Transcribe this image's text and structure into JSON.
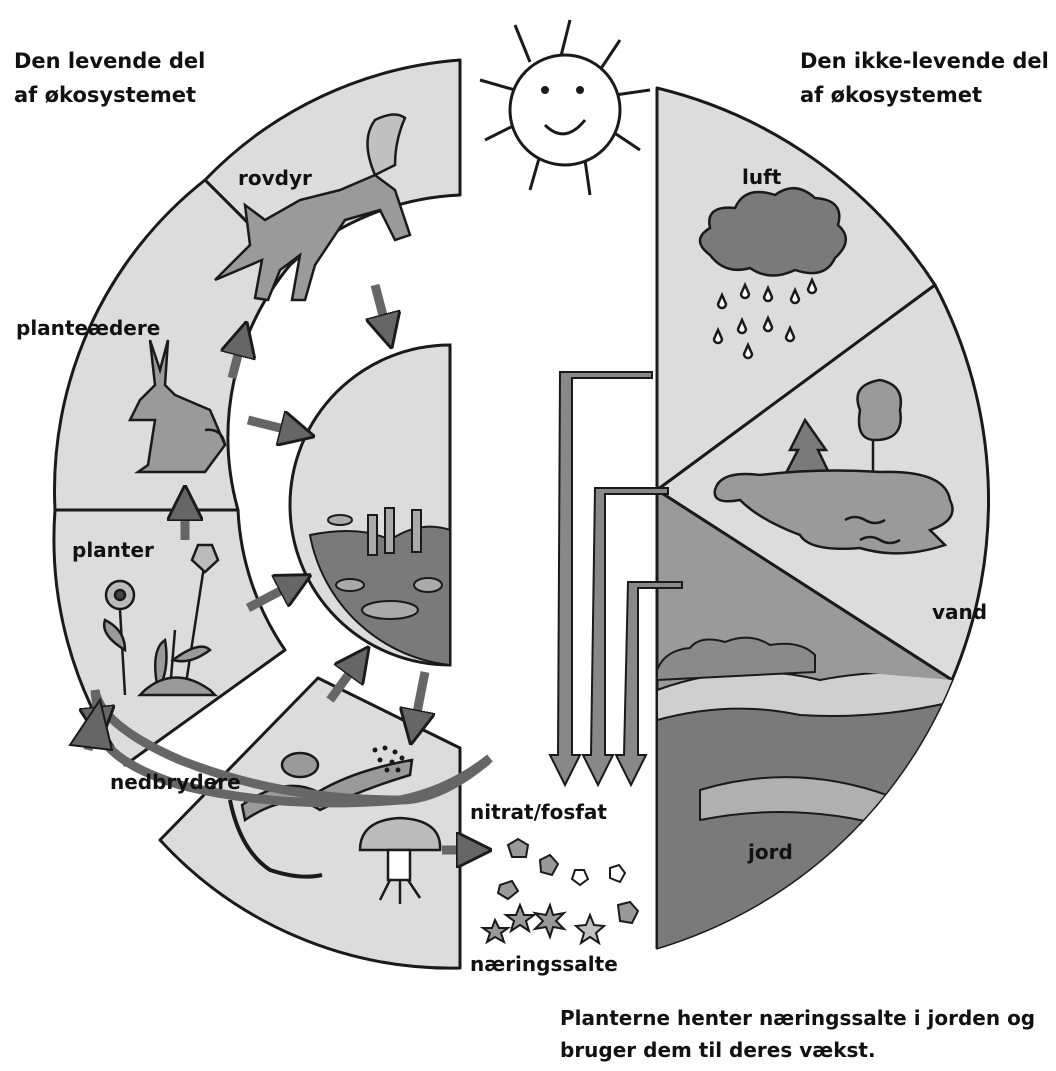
{
  "headings": {
    "living_line1": "Den levende del",
    "living_line2": "af økosystemet",
    "nonliving_line1": "Den ikke-levende del",
    "nonliving_line2": "af økosystemet"
  },
  "segments": {
    "predators": "rovdyr",
    "herbivores": "planteædere",
    "plants": "planter",
    "decomposers": "nedbrydere",
    "air": "luft",
    "water": "vand",
    "soil": "jord"
  },
  "nutrients": {
    "top": "nitrat/fosfat",
    "bottom": "næringssalte"
  },
  "caption": {
    "line1": "Planterne henter næringssalte i jorden og",
    "line2": "bruger dem til deres vækst."
  },
  "colors": {
    "segment_fill": "#dcdcdc",
    "dark_fill": "#7a7a7a",
    "mid_fill": "#9a9a9a",
    "outline": "#1a1a1a",
    "arrow": "#666666"
  }
}
